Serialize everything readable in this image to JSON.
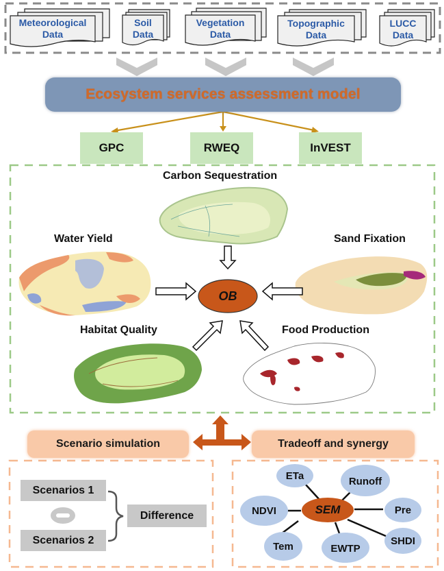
{
  "data_sources": [
    {
      "line1": "Meteorological",
      "line2": "Data"
    },
    {
      "line1": "Soil",
      "line2": "Data"
    },
    {
      "line1": "Vegetation",
      "line2": "Data"
    },
    {
      "line1": "Topographic",
      "line2": "Data"
    },
    {
      "line1": "LUCC",
      "line2": "Data"
    }
  ],
  "model": {
    "title": "Ecosystem services assessment model"
  },
  "tools": [
    "GPC",
    "RWEQ",
    "InVEST"
  ],
  "ecosystem_services": {
    "carbon_sequestration": "Carbon Sequestration",
    "water_yield": "Water Yield",
    "sand_fixation": "Sand Fixation",
    "habitat_quality": "Habitat Quality",
    "food_production": "Food Production",
    "center": "OB"
  },
  "analysis": {
    "scenario_simulation": "Scenario simulation",
    "tradeoff_synergy": "Tradeoff and synergy"
  },
  "scenario": {
    "scenario1": "Scenarios 1",
    "scenario2": "Scenarios 2",
    "operator": "minus",
    "result": "Difference"
  },
  "sem": {
    "center": "SEM",
    "nodes": [
      "ETa",
      "Runoff",
      "NDVI",
      "Pre",
      "Tem",
      "EWTP",
      "SHDI"
    ]
  },
  "colors": {
    "doc_text": "#2b5aa6",
    "model_box": "#7e96b6",
    "model_text": "#d06a2a",
    "tool_box": "#c9e6bd",
    "center_ellipse": "#c8571a",
    "pill": "#f9c9a8",
    "sem_node": "#b7cbe8",
    "connector_arrow": "#c8901a"
  }
}
